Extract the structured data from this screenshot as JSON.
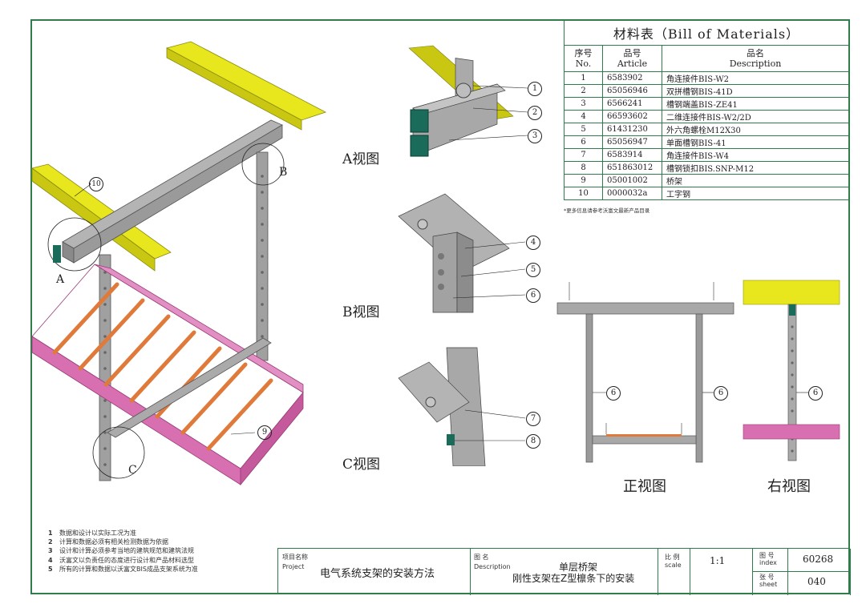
{
  "bom": {
    "title": "材料表（Bill of Materials）",
    "headers": {
      "no_cn": "序号",
      "no_en": "No.",
      "article_cn": "品号",
      "article_en": "Article",
      "desc_cn": "品名",
      "desc_en": "Description"
    },
    "rows": [
      {
        "no": "1",
        "article": "6583902",
        "desc": "角连接件BIS-W2"
      },
      {
        "no": "2",
        "article": "65056946",
        "desc": "双拼槽钢BIS-41D"
      },
      {
        "no": "3",
        "article": "6566241",
        "desc": "槽钢端盖BIS-ZE41"
      },
      {
        "no": "4",
        "article": "66593602",
        "desc": "二维连接件BIS-W2/2D"
      },
      {
        "no": "5",
        "article": "61431230",
        "desc": "外六角螺栓M12X30"
      },
      {
        "no": "6",
        "article": "65056947",
        "desc": "单面槽钢BIS-41"
      },
      {
        "no": "7",
        "article": "6583914",
        "desc": "角连接件BIS-W4"
      },
      {
        "no": "8",
        "article": "651863012",
        "desc": "槽钢锁扣BIS.SNP-M12"
      },
      {
        "no": "9",
        "article": "05001002",
        "desc": "桥架"
      },
      {
        "no": "10",
        "article": "0000032a",
        "desc": "工字钢"
      }
    ],
    "note": "*更多信息请参考沃富文最新产品目录"
  },
  "views": {
    "a": "A视图",
    "b": "B视图",
    "c": "C视图",
    "front": "正视图",
    "right": "右视图"
  },
  "callouts": {
    "c1": "1",
    "c2": "2",
    "c3": "3",
    "c4": "4",
    "c5": "5",
    "c6": "6",
    "c7": "7",
    "c8": "8",
    "c9": "9",
    "c10": "10",
    "la": "A",
    "lb": "B",
    "lc": "C"
  },
  "notes": [
    {
      "n": "1",
      "t": "数据和设计以实际工况为准"
    },
    {
      "n": "2",
      "t": "计算和数据必须有相关检测数据为依据"
    },
    {
      "n": "3",
      "t": "设计和计算必须参考当地的建筑规范和建筑法规"
    },
    {
      "n": "4",
      "t": "沃富文以负责任的态度进行设计和产品材料选型"
    },
    {
      "n": "5",
      "t": "所有的计算和数据以沃富文BIS成品支架系统为准"
    }
  ],
  "titleblock": {
    "project_cn": "项目名称",
    "project_en": "Project",
    "project_val": "电气系统支架的安装方法",
    "desc_cn": "图 名",
    "desc_en": "Description",
    "desc_val1": "单层桥架",
    "desc_val2": "刚性支架在Z型檩条下的安装",
    "scale_cn": "比 例",
    "scale_en": "scale",
    "scale_val": "1:1",
    "index_cn": "图 号",
    "index_en": "index",
    "index_val": "60268",
    "sheet_cn": "张 号",
    "sheet_en": "sheet",
    "sheet_val": "040"
  },
  "colors": {
    "frame": "#2f7d4a",
    "beam": "#e8e61c",
    "tray": "#d86fb0",
    "rung": "#e07a3a",
    "steel": "#9a9a9a"
  }
}
